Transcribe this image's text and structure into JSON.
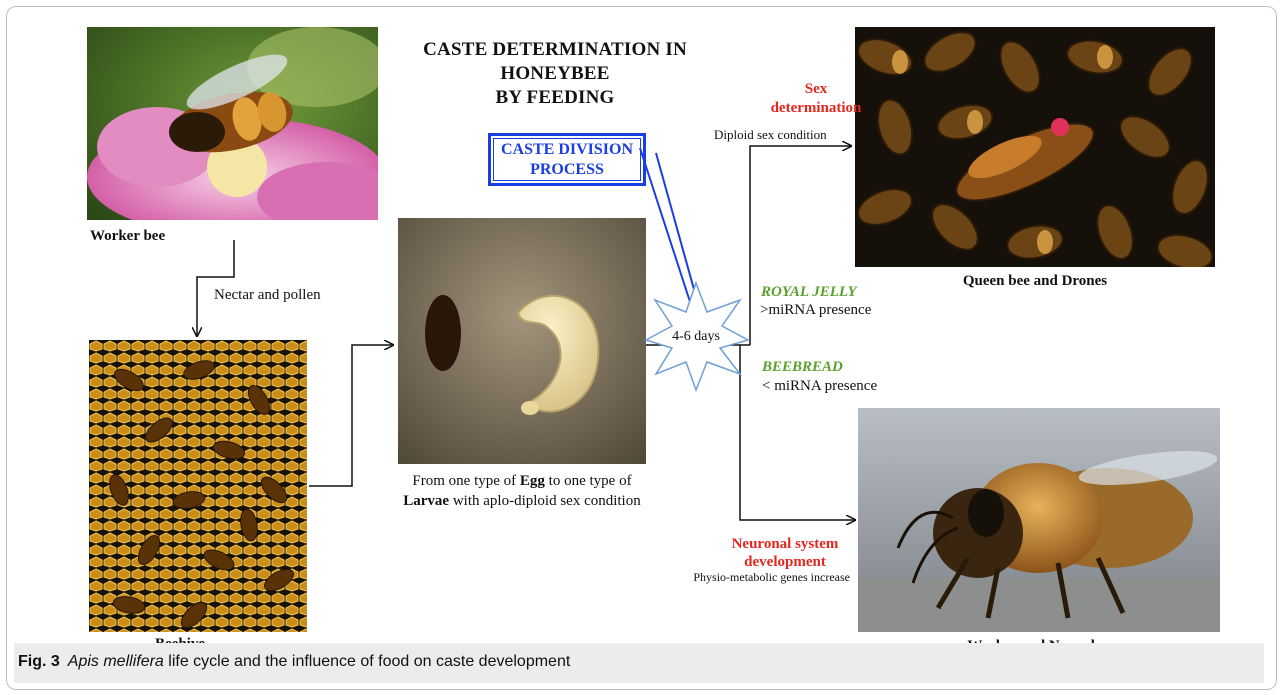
{
  "title": {
    "line1": "CASTE DETERMINATION IN HONEYBEE",
    "line2": "BY FEEDING"
  },
  "photos": {
    "worker": {
      "label": "Worker bee"
    },
    "beehive": {
      "label": "Beehive"
    },
    "larva": {
      "label_line1_a": "From one type of ",
      "label_line1_b": "Egg",
      "label_line1_c": " to one type of",
      "label_line2_a": "Larvae",
      "label_line2_b": " with aplo-diploid sex condition"
    },
    "queen": {
      "label": "Queen bee and Drones"
    },
    "nurse": {
      "label": "Worker and Nurse bee"
    }
  },
  "arrows": {
    "nectar": "Nectar and pollen"
  },
  "process_box": {
    "line1": "CASTE DIVISION",
    "line2": "PROCESS"
  },
  "starburst": {
    "label": "4-6 days"
  },
  "sex_determination": {
    "line1": "Sex",
    "line2": "determination",
    "sub": "Diploid sex condition"
  },
  "royal_jelly": {
    "title": "ROYAL JELLY",
    "sub": ">miRNA presence"
  },
  "beebread": {
    "title": "BEEBREAD",
    "sub": "< miRNA presence"
  },
  "neuronal": {
    "line1": "Neuronal system",
    "line2": "development",
    "sub": "Physio-metabolic genes increase"
  },
  "caption": {
    "fig": "Fig. 3",
    "italic": "Apis mellifera",
    "rest": " life cycle and the influence of food on caste development"
  },
  "colors": {
    "red": "#e5261e",
    "green": "#5aa02c",
    "blue": "#1a3fe0",
    "starburst": "#6f9fd8"
  }
}
